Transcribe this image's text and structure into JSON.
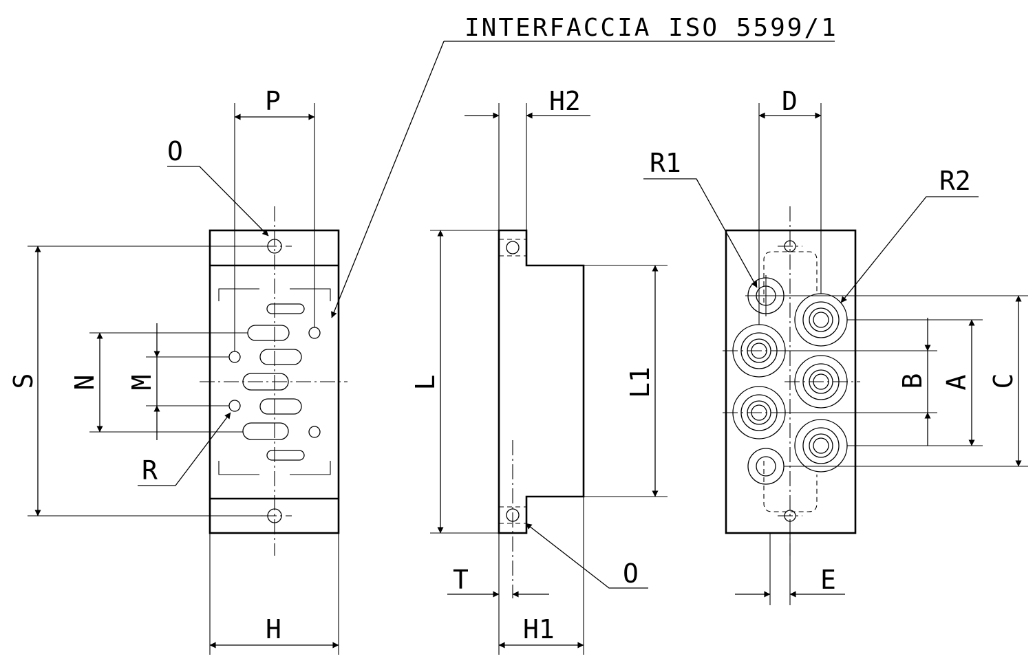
{
  "title": "INTERFACCIA ISO 5599/1",
  "labels": {
    "P": "P",
    "O_front": "O",
    "S": "S",
    "N": "N",
    "M": "M",
    "R": "R",
    "H": "H",
    "H2": "H2",
    "L": "L",
    "L1": "L1",
    "T": "T",
    "O_side": "O",
    "H1": "H1",
    "D": "D",
    "R1": "R1",
    "R2": "R2",
    "B": "B",
    "A": "A",
    "C": "C",
    "E": "E"
  },
  "colors": {
    "line": "#000000",
    "background": "#ffffff"
  }
}
